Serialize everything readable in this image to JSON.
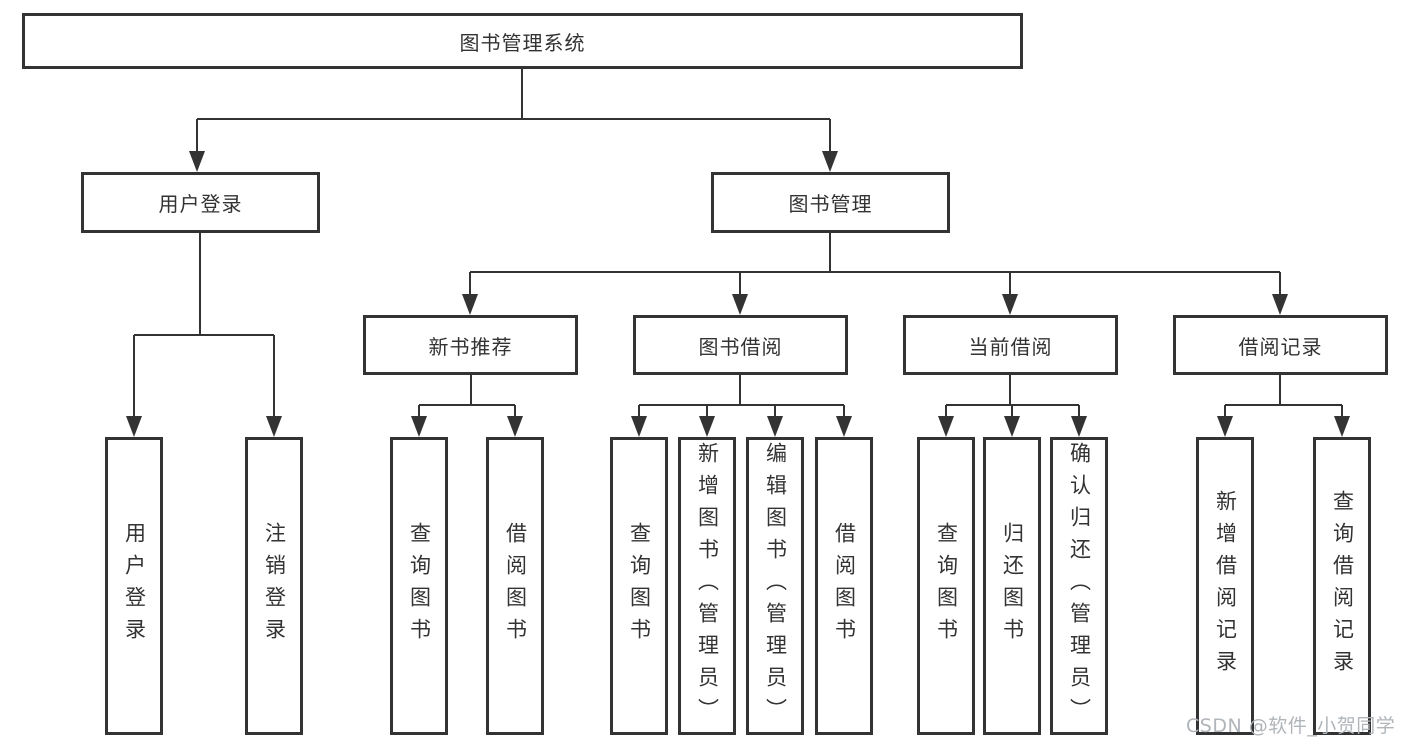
{
  "tree": {
    "root": "图书管理系统",
    "level2": [
      {
        "label": "用户登录",
        "leaves": [
          "用户登录",
          "注销登录"
        ]
      },
      {
        "label": "图书管理",
        "groups": [
          {
            "label": "新书推荐",
            "leaves": [
              "查询图书",
              "借阅图书"
            ]
          },
          {
            "label": "图书借阅",
            "leaves": [
              "查询图书",
              "新增图书（管理员）",
              "编辑图书（管理员）",
              "借阅图书"
            ]
          },
          {
            "label": "当前借阅",
            "leaves": [
              "查询图书",
              "归还图书",
              "确认归还（管理员）"
            ]
          },
          {
            "label": "借阅记录",
            "leaves": [
              "新增借阅记录",
              "查询借阅记录"
            ]
          }
        ]
      }
    ]
  },
  "watermark": {
    "text": "CSDN @软件_小贺同学",
    "color": "#b0b5ba"
  },
  "colors": {
    "line": "#333333",
    "box_border": "#333333",
    "text": "#333333",
    "background": "#ffffff"
  }
}
